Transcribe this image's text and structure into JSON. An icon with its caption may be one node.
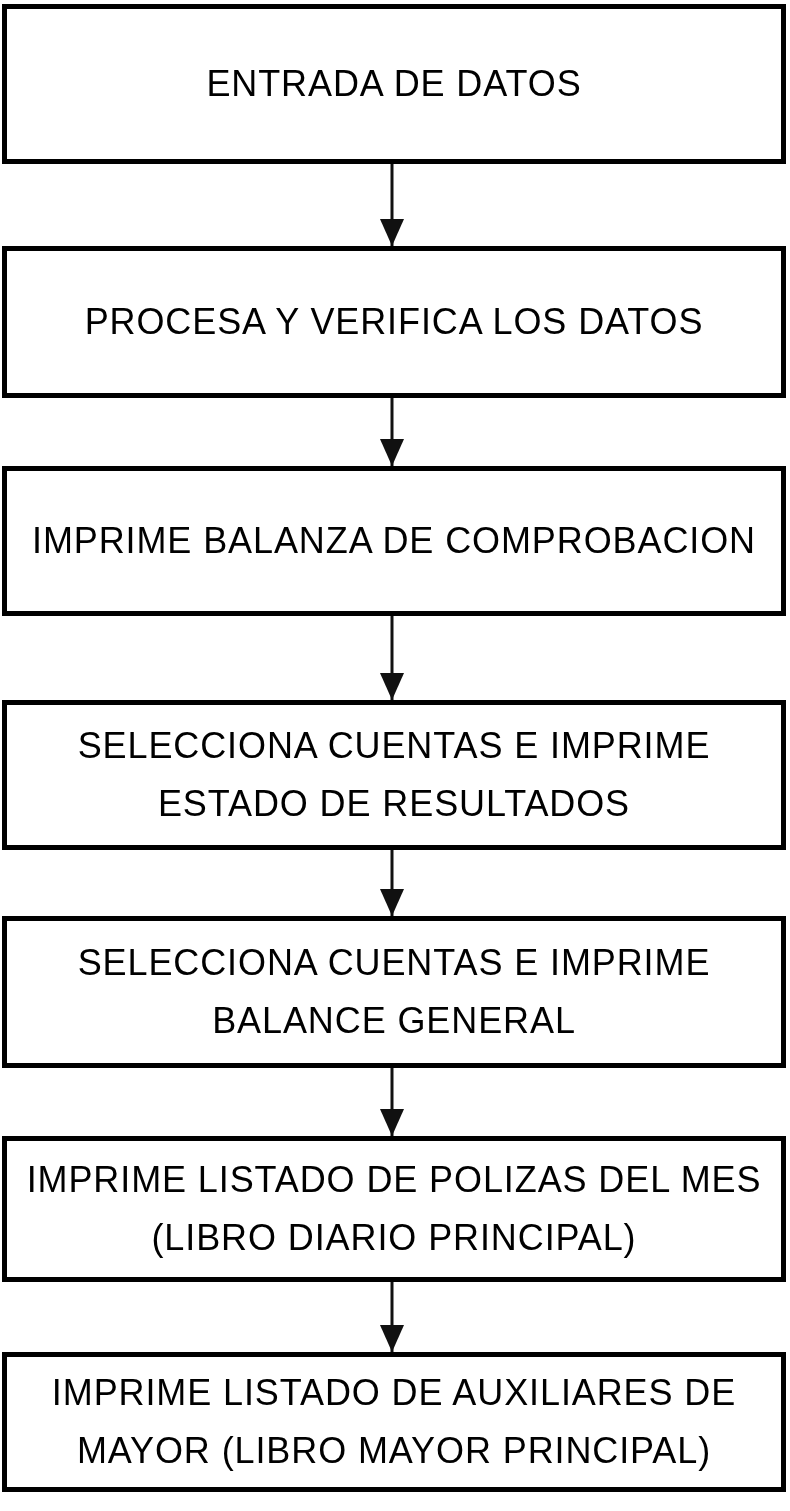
{
  "diagram": {
    "nodes": [
      {
        "text": [
          "ENTRADA DE DATOS"
        ]
      },
      {
        "text": [
          "PROCESA Y VERIFICA LOS DATOS"
        ]
      },
      {
        "text": [
          "IMPRIME BALANZA DE COMPROBACION"
        ]
      },
      {
        "text": [
          "SELECCIONA CUENTAS E IMPRIME ESTADO DE RESULTADOS"
        ]
      },
      {
        "text": [
          "SELECCIONA CUENTAS E IMPRIME BALANCE GENERAL"
        ]
      },
      {
        "text": [
          "IMPRIME LISTADO DE POLIZAS DEL MES (LIBRO DIARIO PRINCIPAL)"
        ]
      },
      {
        "text": [
          "IMPRIME LISTADO DE AUXILIARES DE MAYOR (LIBRO MAYOR PRINCIPAL)"
        ]
      }
    ],
    "edges": [
      {
        "from": 0,
        "to": 1,
        "arrow": "to"
      },
      {
        "from": 1,
        "to": 2,
        "arrow": "to"
      },
      {
        "from": 2,
        "to": 3,
        "arrow": "to"
      },
      {
        "from": 3,
        "to": 4,
        "arrow": "to"
      },
      {
        "from": 4,
        "to": 5,
        "arrow": "to"
      },
      {
        "from": 5,
        "to": 6,
        "arrow": "to"
      }
    ]
  }
}
